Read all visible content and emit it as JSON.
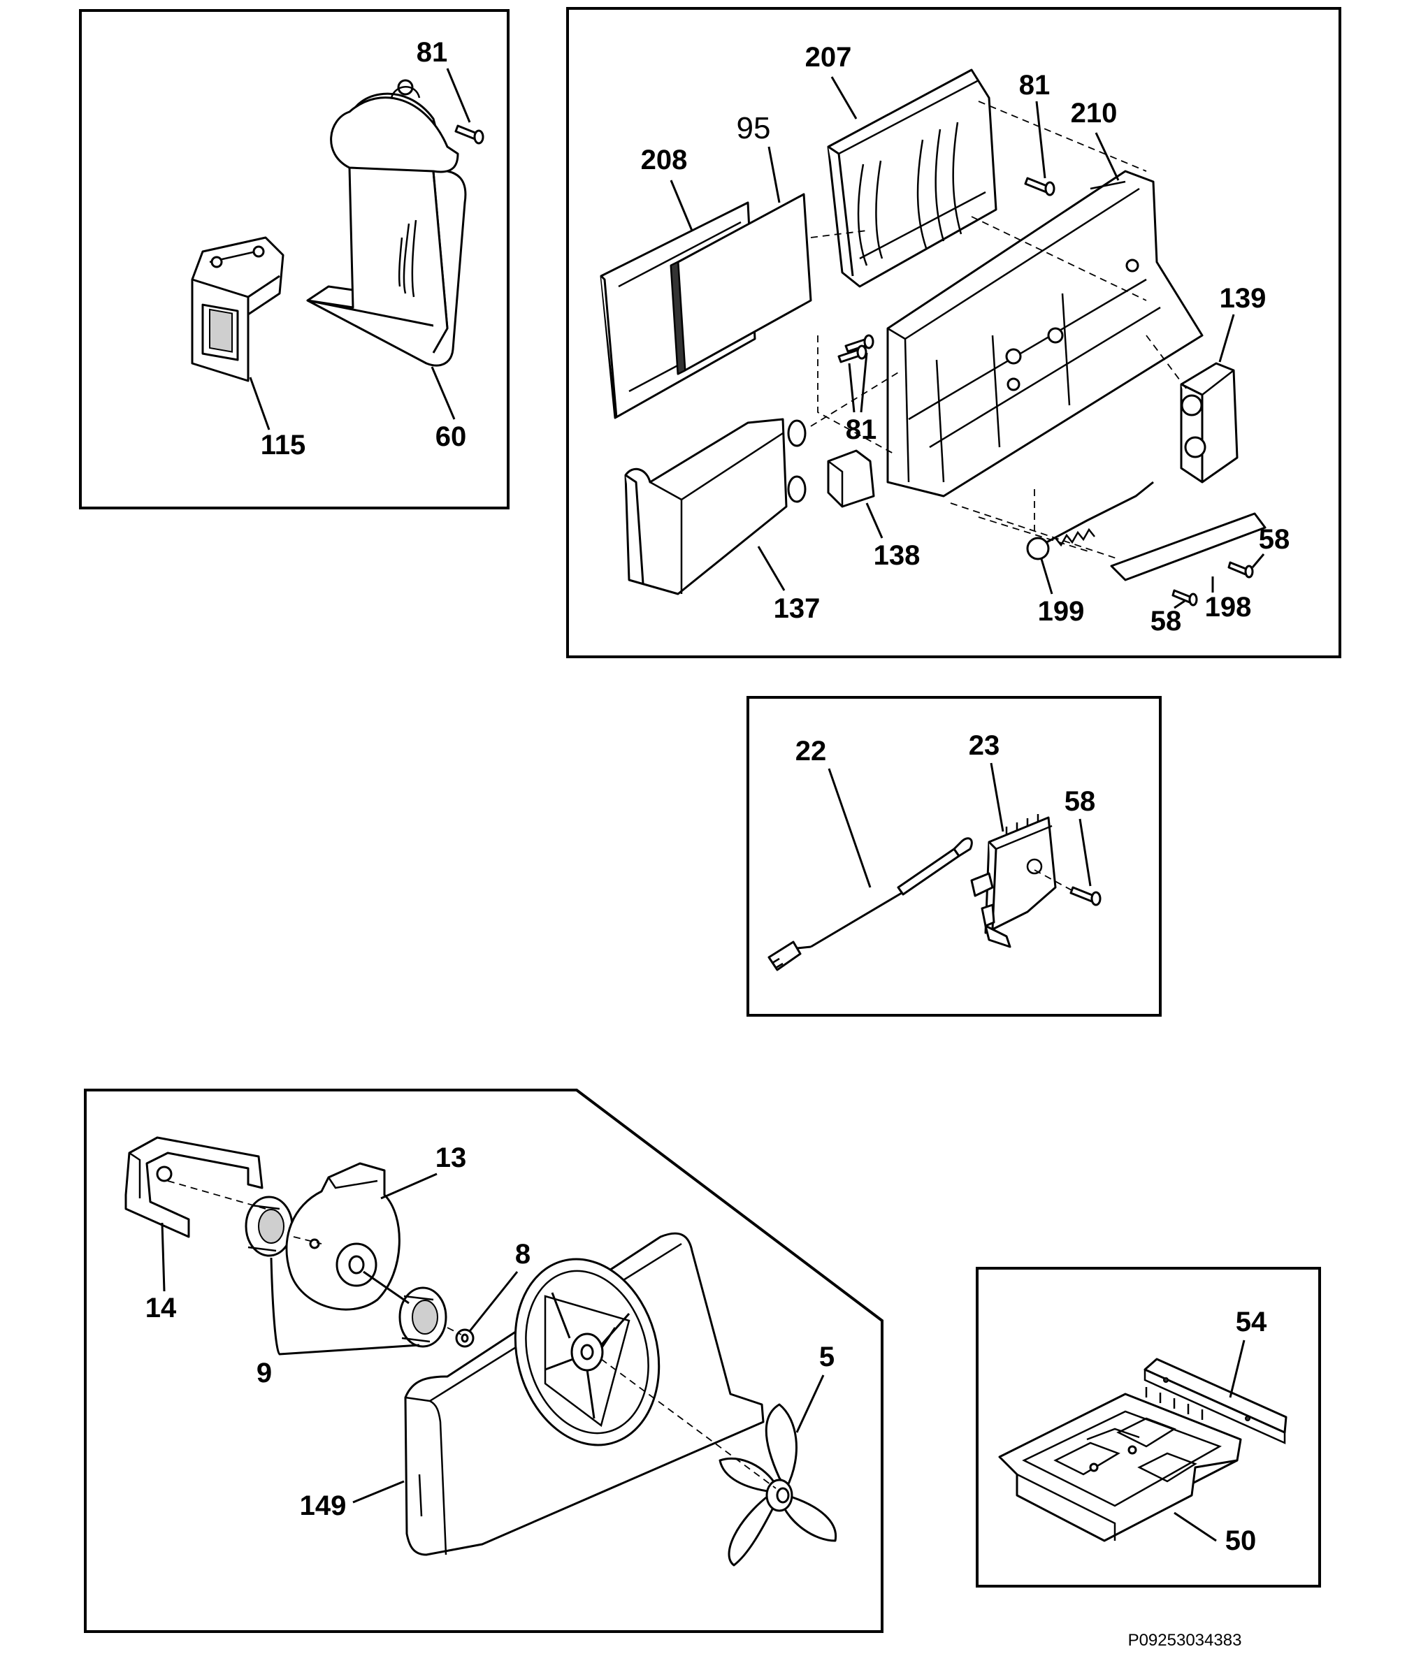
{
  "diagram": {
    "drawing_code": "P09253034383",
    "panels": [
      {
        "id": "top-left",
        "callouts": [
          "81",
          "115",
          "60"
        ]
      },
      {
        "id": "top-right",
        "callouts": [
          "207",
          "81",
          "210",
          "95",
          "208",
          "139",
          "81",
          "138",
          "137",
          "199",
          "58",
          "198",
          "58"
        ]
      },
      {
        "id": "middle",
        "callouts": [
          "22",
          "23",
          "58"
        ]
      },
      {
        "id": "bottom-left",
        "callouts": [
          "13",
          "14",
          "8",
          "9",
          "5",
          "149"
        ]
      },
      {
        "id": "bottom-right",
        "callouts": [
          "54",
          "50"
        ]
      }
    ]
  }
}
